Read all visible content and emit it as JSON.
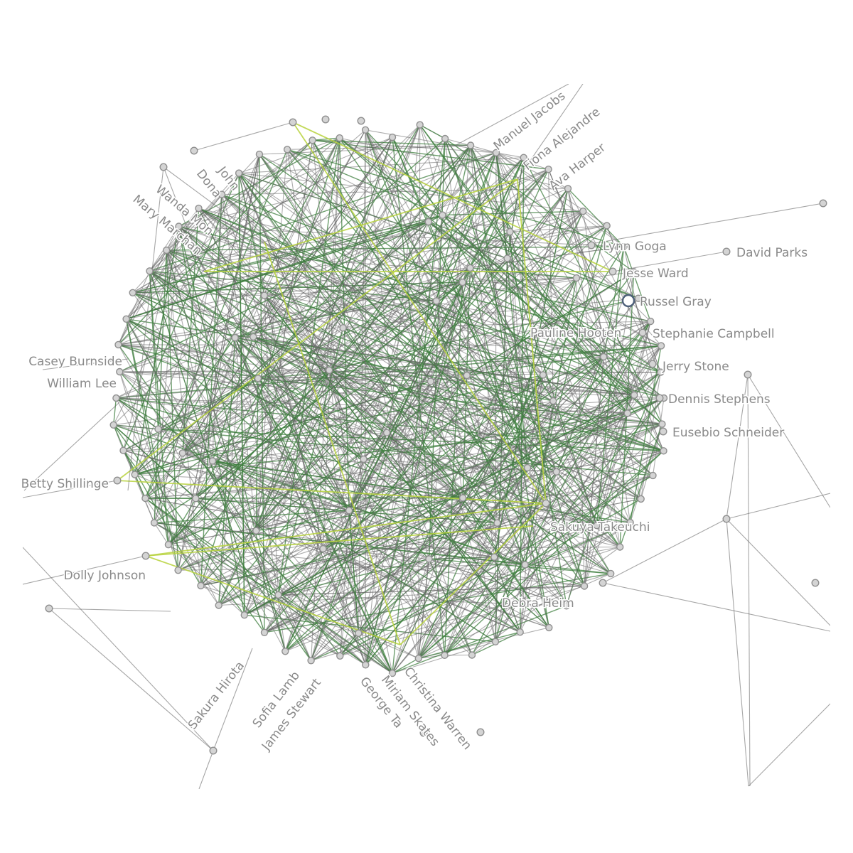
{
  "graph": {
    "labels": [
      "Manuel Jacobs",
      "Fiona Alejandre",
      "Ava Harper",
      "Lynn Goga",
      "David Parks",
      "Jesse Ward",
      "Russel Gray",
      "Pauline Hooten",
      "Stephanie Campbell",
      "Jerry Stone",
      "Dennis Stephens",
      "Eusebio Schneider",
      "Sakuya Takeuchi",
      "Debra Heim",
      "Christina Warren",
      "Miriam Skates",
      "George Ta",
      "James Stewart",
      "Sofia Lamb",
      "Sakura Hirota",
      "Dolly Johnson",
      "Betty Shillinge",
      "William Lee",
      "Casey Burnside",
      "Mary Marchan",
      "Wanda Mon",
      "John",
      "Dona"
    ],
    "selected_node": "Russel Gray",
    "colors": {
      "edge_gray": "#6b6b6b",
      "edge_green": "#3f7f3f",
      "edge_highlight": "#b7d23c",
      "node_fill": "#d4d4d4",
      "node_stroke": "#8f8f8f",
      "label": "#8a8a8a",
      "selected_ring": "#4d5f79"
    }
  }
}
